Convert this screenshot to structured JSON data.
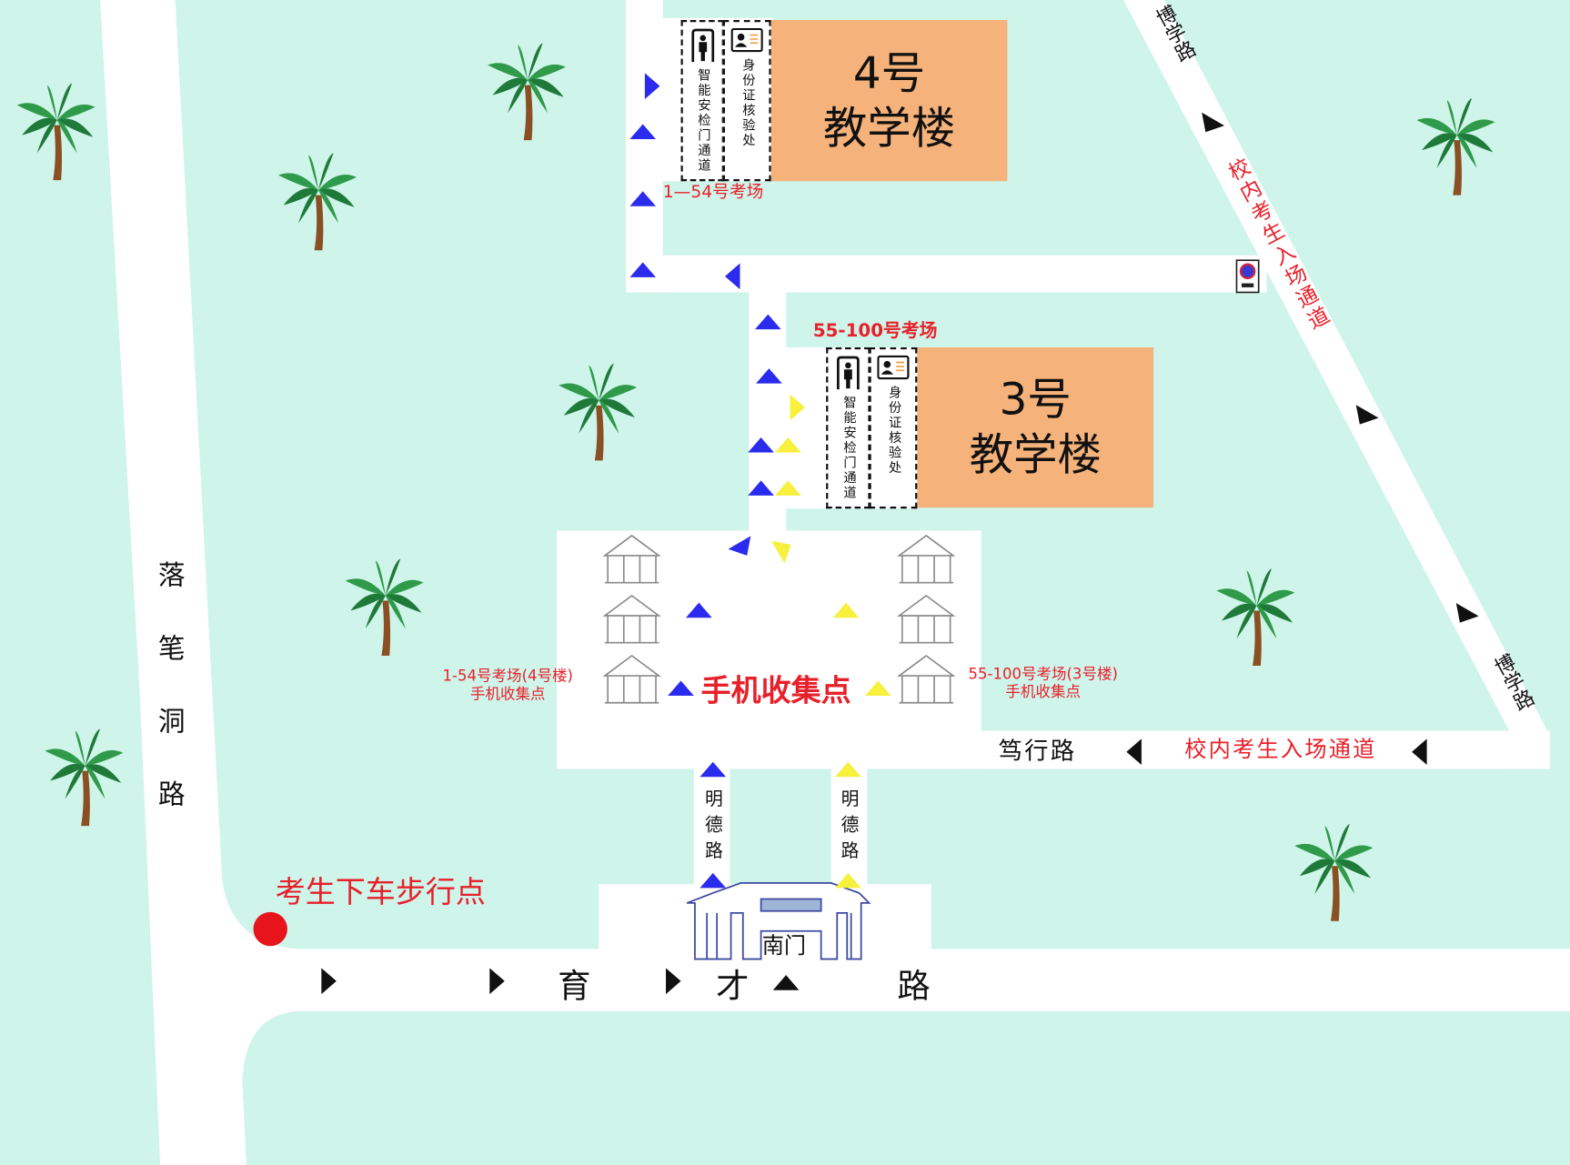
{
  "colors": {
    "background": "#cff4ea",
    "road": "#ffffff",
    "building": "#f5b27a",
    "arrow_blue": "#2b2bee",
    "arrow_yellow": "#f7f03c",
    "arrow_black": "#111111",
    "label_red": "#e8202a",
    "dropoff_dot": "#e8141c"
  },
  "roads": {
    "luobidong": "落笔洞路",
    "boxue_top": "博学路",
    "boxue_bottom": "博学路",
    "duxing": "笃行路",
    "mingde_left": "明德路",
    "mingde_right": "明德路",
    "yucai": [
      "育",
      "才",
      "路"
    ]
  },
  "buildings": {
    "b4": {
      "line1": "4号",
      "line2": "教学楼",
      "exam_rooms": "1—54号考场"
    },
    "b3": {
      "line1": "3号",
      "line2": "教学楼",
      "exam_rooms": "55-100号考场"
    }
  },
  "checkpoints": {
    "security_gate": "智能安检门通道",
    "id_check": "身份证核验处"
  },
  "phone_collection": {
    "main": "手机收集点",
    "left_line1": "1-54号考场(4号楼)",
    "left_line2": "手机收集点",
    "right_line1": "55-100号考场(3号楼)",
    "right_line2": "手机收集点"
  },
  "campus_entry_route": {
    "diagonal": "校内考生入场通道",
    "horizontal": "校内考生入场通道"
  },
  "dropoff": "考生下车步行点",
  "south_gate": "南门",
  "icons": [
    "palm-tree-icon",
    "security-gate-icon",
    "id-card-icon",
    "pavilion-icon",
    "road-sign-icon",
    "gate-icon",
    "arrow-triangle-icon"
  ]
}
